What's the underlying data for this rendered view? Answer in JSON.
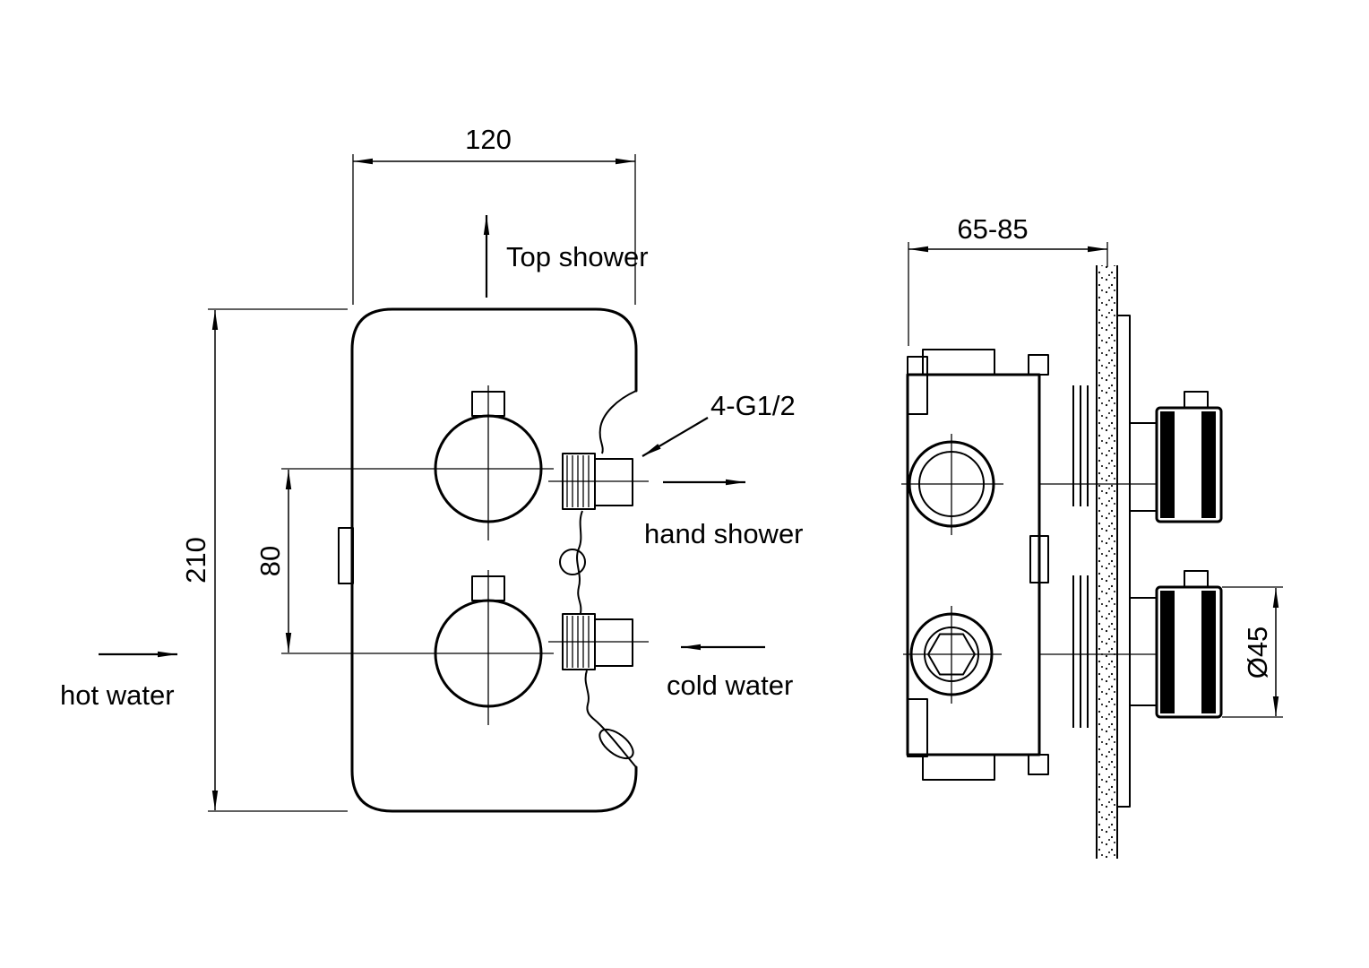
{
  "front_view": {
    "dim_width": "120",
    "dim_height": "210",
    "dim_port_spacing": "80",
    "label_top_shower": "Top shower",
    "label_hand_shower": "hand shower",
    "label_cold_water": "cold water",
    "label_hot_water": "hot water",
    "label_thread_spec": "4-G1/2"
  },
  "side_view": {
    "dim_depth_range": "65-85",
    "dim_handle_diameter": "Ø45"
  },
  "colors": {
    "line": "#000000",
    "background": "#ffffff"
  }
}
